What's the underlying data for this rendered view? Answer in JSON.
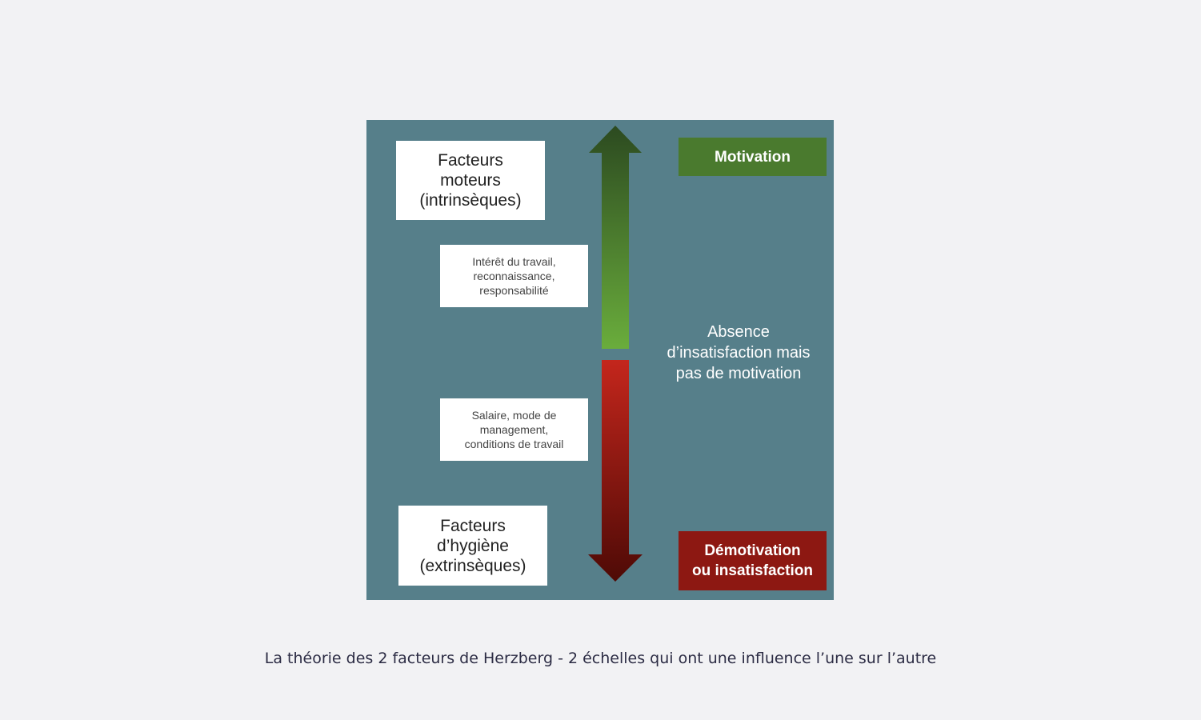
{
  "diagram": {
    "intrinsic_title": "Facteurs\nmoteurs\n(intrinsèques)",
    "intrinsic_examples": "Intérêt du travail,\nreconnaissance,\nresponsabilité",
    "hygiene_examples": "Salaire, mode de\nmanagement,\nconditions de travail",
    "hygiene_title": "Facteurs\nd’hygiène\n(extrinsèques)",
    "top_label": "Motivation",
    "middle_label": "Absence\nd’insatisfaction mais\npas de motivation",
    "bottom_label": "Démotivation\nou insatisfaction",
    "colors": {
      "background": "#567f8a",
      "motivation": "#4a7a2e",
      "demotivation": "#8d1812",
      "arrow_up_top": "#2c4a20",
      "arrow_up_bottom": "#6aad3c",
      "arrow_down_top": "#c4261c",
      "arrow_down_bottom": "#4e0a06"
    }
  },
  "caption": {
    "part1": "La théorie des 2 facteurs de Herzberg",
    "part2": " - 2 échelles qui ont une influence l’une sur l’autre"
  }
}
